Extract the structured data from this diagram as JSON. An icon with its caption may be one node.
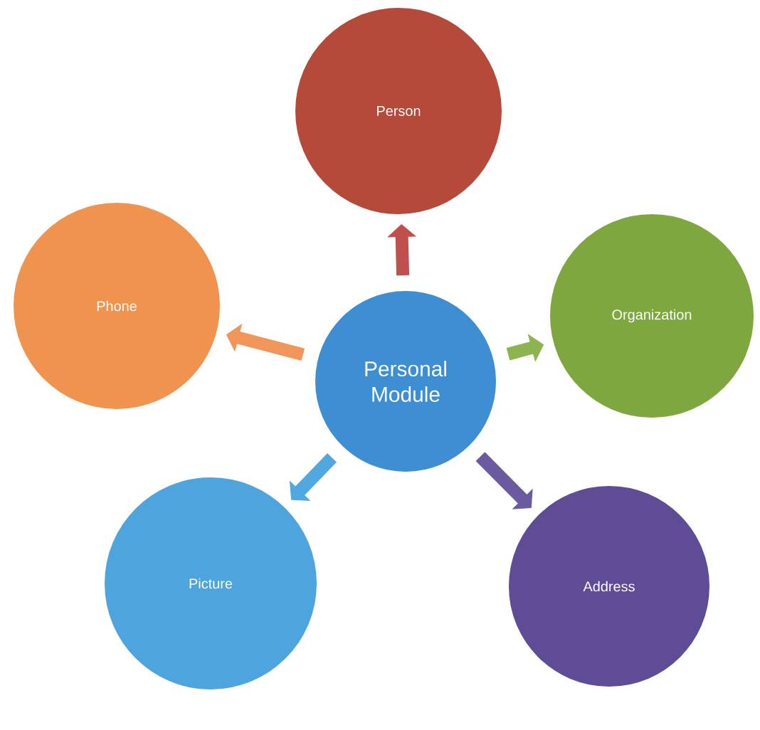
{
  "diagram": {
    "nodes": [
      {
        "text": [
          "Personal Module"
        ]
      },
      {
        "text": [
          "Person"
        ]
      },
      {
        "text": [
          "Organization"
        ]
      },
      {
        "text": [
          "Address"
        ]
      },
      {
        "text": [
          "Picture"
        ]
      },
      {
        "text": [
          "Phone"
        ]
      }
    ],
    "edges": [
      {
        "from": 0,
        "to": 1,
        "arrow": "to",
        "color": "#c0504d"
      },
      {
        "from": 0,
        "to": 2,
        "arrow": "to",
        "color": "#8cb450"
      },
      {
        "from": 0,
        "to": 3,
        "arrow": "to",
        "color": "#6b5aa0"
      },
      {
        "from": 0,
        "to": 4,
        "arrow": "to",
        "color": "#4fa8e0"
      },
      {
        "from": 0,
        "to": 5,
        "arrow": "to",
        "color": "#f0965a"
      }
    ]
  }
}
